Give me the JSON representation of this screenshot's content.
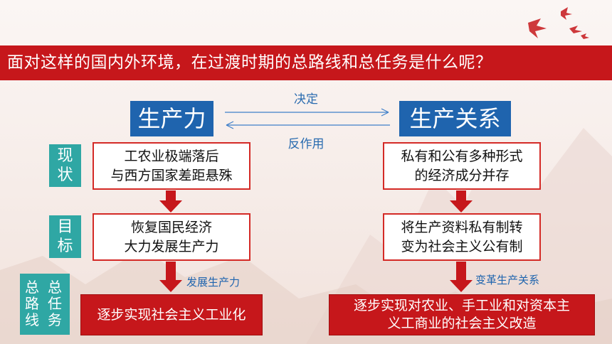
{
  "title": "面对这样的国内外环境，在过渡时期的总路线和总任务是什么呢？",
  "left_head": "生产力",
  "right_head": "生产关系",
  "top_arrow_label": "决定",
  "bottom_arrow_label": "反作用",
  "labels": {
    "status": [
      "现",
      "状"
    ],
    "goal": [
      "目",
      "标"
    ],
    "task": [
      "总",
      "路",
      "线",
      "总",
      "任",
      "务"
    ]
  },
  "left": {
    "status": [
      "工农业极端落后",
      "与西方国家差距悬殊"
    ],
    "goal": [
      "恢复国民经济",
      "大力发展生产力"
    ],
    "arrow_caption": "发展生产力",
    "result": [
      "逐步实现社会主义工业化"
    ]
  },
  "right": {
    "status": [
      "私有和公有多种形式",
      "的经济成分并存"
    ],
    "goal": [
      "将生产资料私有制转",
      "变为社会主义公有制"
    ],
    "arrow_caption": "变革生产关系",
    "result": [
      "逐步实现对农业、手工业和对资本主",
      "义工商业的社会主义改造"
    ]
  },
  "colors": {
    "title_bg": "#c6171b",
    "head_bg": "#1f64ae",
    "label_bg": "#2fa7a4",
    "box_border": "#d42a26",
    "arrow": "#c6171b",
    "caption": "#1f64ae"
  }
}
